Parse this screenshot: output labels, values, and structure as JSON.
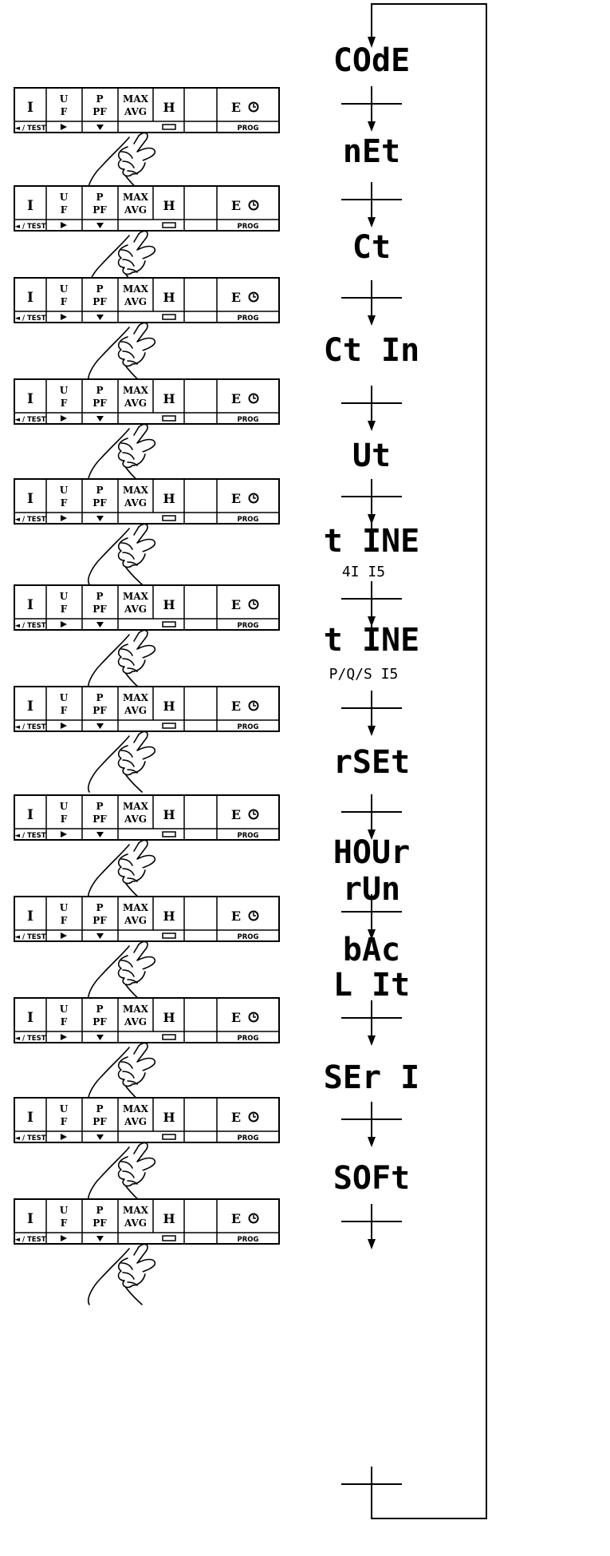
{
  "keypad": {
    "count": 12,
    "top_keys": [
      "I",
      "U",
      "F",
      "P",
      "PF",
      "MAX",
      "AVG",
      "H",
      "E",
      "clock-icon"
    ],
    "bottom_labels": [
      "◄ / TEST",
      "►",
      "▼",
      "",
      "PROG"
    ],
    "bottom_icons": [
      "left-arrow-icon",
      "right-arrow-icon",
      "down-arrow-icon",
      "",
      "enter-bar-icon"
    ]
  },
  "menu_steps": [
    {
      "main": [
        "COdE"
      ],
      "sub": ""
    },
    {
      "main": [
        "nEt"
      ],
      "sub": ""
    },
    {
      "main": [
        "Ct"
      ],
      "sub": ""
    },
    {
      "main": [
        "Ct In"
      ],
      "sub": ""
    },
    {
      "main": [
        "Ut"
      ],
      "sub": ""
    },
    {
      "main": [
        "t INE"
      ],
      "sub": "4I I5"
    },
    {
      "main": [
        "t INE"
      ],
      "sub": "P/Q/S  I5"
    },
    {
      "main": [
        "rSEt"
      ],
      "sub": ""
    },
    {
      "main": [
        "HOUr",
        "rUn"
      ],
      "sub": ""
    },
    {
      "main": [
        "bAc",
        "L It"
      ],
      "sub": ""
    },
    {
      "main": [
        "SEr I"
      ],
      "sub": ""
    },
    {
      "main": [
        "SOFt"
      ],
      "sub": ""
    }
  ]
}
